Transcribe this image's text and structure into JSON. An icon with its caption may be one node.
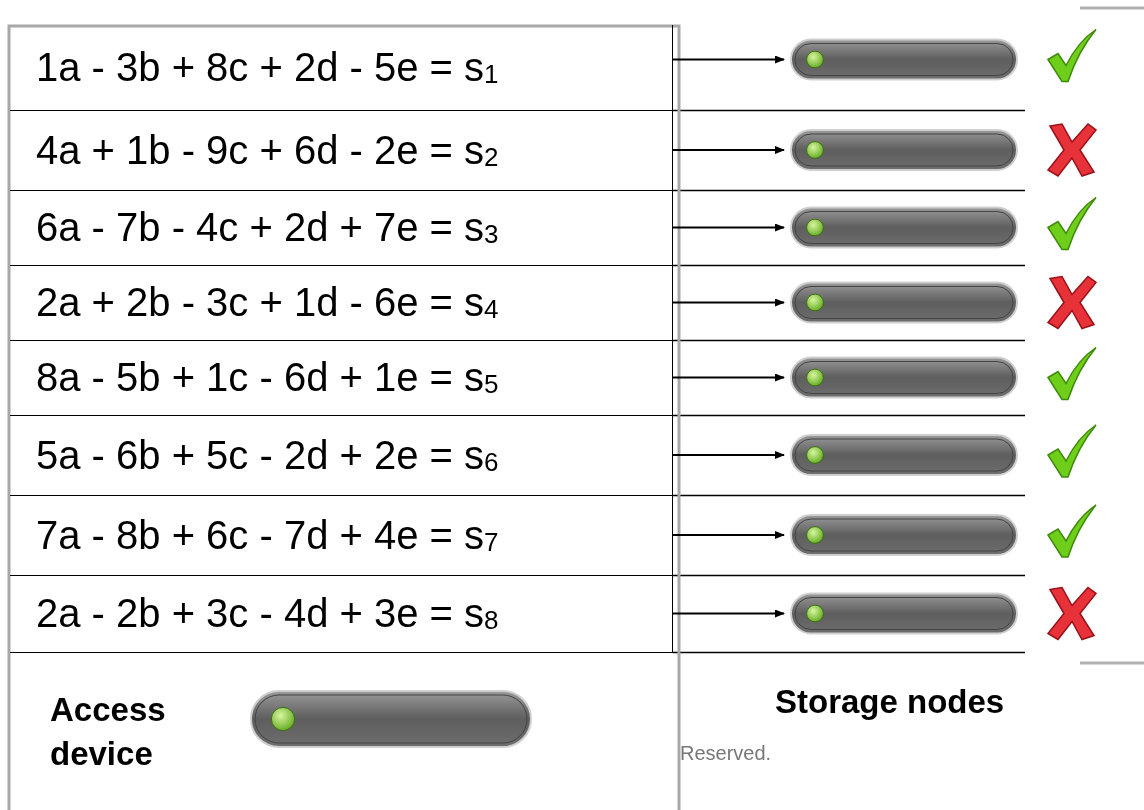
{
  "diagram": {
    "nodes": [
      {
        "text": [
          "1a - 3b + 8c + 2d - 5e = s$_{1}$"
        ]
      },
      {
        "text": [
          "4a + 1b - 9c + 6d - 2e = s$_{2}$"
        ]
      },
      {
        "text": [
          "6a - 7b - 4c + 2d + 7e = s$_{3}$"
        ]
      },
      {
        "text": [
          "2a + 2b - 3c + 1d - 6e = s$_{4}$"
        ]
      },
      {
        "text": [
          "8a - 5b + 1c - 6d + 1e = s$_{5}$"
        ]
      },
      {
        "text": [
          "5a - 6b + 5c - 2d + 2e = s$_{6}$"
        ]
      },
      {
        "text": [
          "7a - 8b + 6c - 7d + 4e = s$_{7}$"
        ]
      },
      {
        "text": [
          "2a - 2b + 3c - 4d + 3e = s$_{8}$"
        ]
      },
      {
        "text": [],
        "shape": "bar"
      },
      {
        "text": [],
        "shape": "bar"
      },
      {
        "text": [],
        "shape": "bar"
      },
      {
        "text": [],
        "shape": "bar"
      },
      {
        "text": [],
        "shape": "bar"
      },
      {
        "text": [],
        "shape": "bar"
      },
      {
        "text": [],
        "shape": "bar"
      },
      {
        "text": [],
        "shape": "bar"
      },
      {
        "text": [],
        "shape": "bar"
      }
    ],
    "edges": [
      {
        "from": 0,
        "to": 8,
        "arrow": "to"
      },
      {
        "from": 1,
        "to": 9,
        "arrow": "to"
      },
      {
        "from": 2,
        "to": 10,
        "arrow": "to"
      },
      {
        "from": 3,
        "to": 11,
        "arrow": "to"
      },
      {
        "from": 4,
        "to": 12,
        "arrow": "to"
      },
      {
        "from": 5,
        "to": 13,
        "arrow": "to"
      },
      {
        "from": 6,
        "to": 14,
        "arrow": "to"
      },
      {
        "from": 7,
        "to": 15,
        "arrow": "to"
      }
    ],
    "labels": [
      "Access device",
      "Storage nodes",
      "Reserved."
    ]
  }
}
